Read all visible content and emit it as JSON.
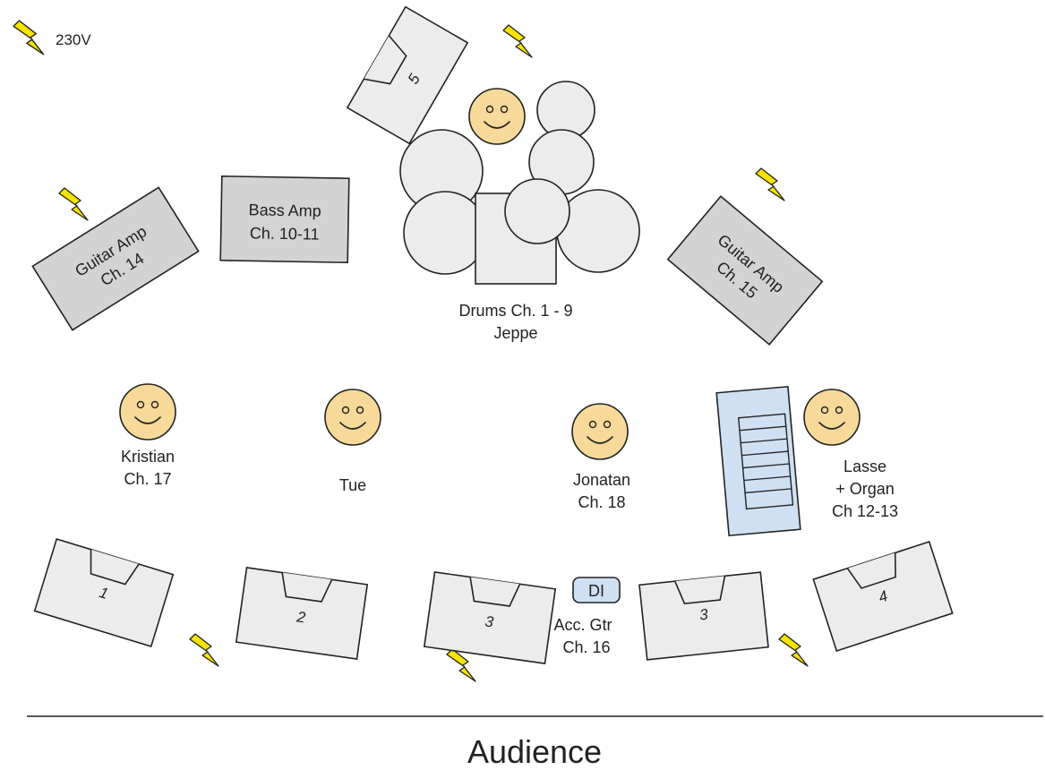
{
  "power": {
    "label": "230V"
  },
  "riser_monitor": {
    "number": "5"
  },
  "amps": {
    "guitar_left": {
      "line1": "Guitar Amp",
      "line2": "Ch. 14"
    },
    "bass": {
      "line1": "Bass Amp",
      "line2": "Ch. 10-11"
    },
    "guitar_right": {
      "line1": "Guitar Amp",
      "line2": "Ch. 15"
    }
  },
  "drums": {
    "line1": "Drums Ch. 1 - 9",
    "line2": "Jeppe"
  },
  "musicians": {
    "kristian": {
      "line1": "Kristian",
      "line2": "Ch. 17"
    },
    "tue": {
      "line1": "Tue"
    },
    "jonatan": {
      "line1": "Jonatan",
      "line2": "Ch. 18"
    },
    "lasse": {
      "line1": "Lasse",
      "line2": "+ Organ",
      "line3": "Ch 12-13"
    }
  },
  "di_box": {
    "label": "DI",
    "line1": "Acc. Gtr",
    "line2": "Ch. 16"
  },
  "monitors": [
    {
      "number": "1"
    },
    {
      "number": "2"
    },
    {
      "number": "3"
    },
    {
      "number": "3"
    },
    {
      "number": "4"
    }
  ],
  "audience": {
    "label": "Audience"
  },
  "colors": {
    "face": "#f7d99a",
    "bolt": "#f5e300",
    "amp": "#d3d3d3",
    "equipment": "#ececec",
    "keyboard": "#cfe0f3"
  }
}
